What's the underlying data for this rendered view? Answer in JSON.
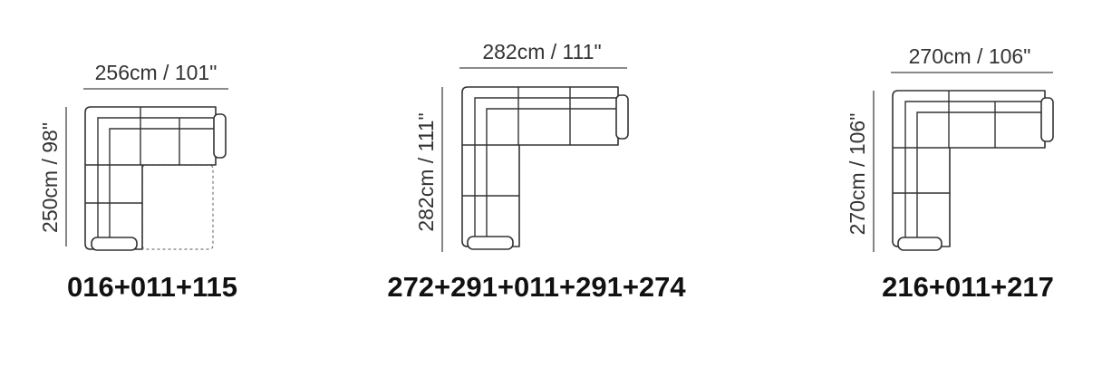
{
  "configurations": [
    {
      "width_label": "256cm / 101\"",
      "depth_label": "250cm / 98\"",
      "code": "016+011+115"
    },
    {
      "width_label": "282cm / 111\"",
      "depth_label": "282cm / 111\"",
      "code": "272+291+011+291+274"
    },
    {
      "width_label": "270cm / 106\"",
      "depth_label": "270cm / 106\"",
      "code": "216+011+217"
    }
  ]
}
